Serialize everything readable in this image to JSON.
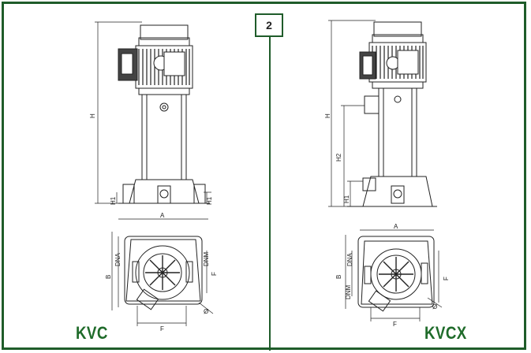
{
  "figure_number": "2",
  "left": {
    "model": "KVC",
    "dims": {
      "H": "H",
      "H1a": "H1",
      "H1b": "H1",
      "A": "A",
      "B": "B",
      "DNA": "DNA",
      "DNM": "DNM",
      "F_side": "F",
      "F_bottom": "F",
      "phi": "Ø"
    }
  },
  "right": {
    "model": "KVCX",
    "dims": {
      "H": "H",
      "H2": "H2",
      "H1": "H1",
      "A": "A",
      "B": "B",
      "DNA": "DNA",
      "DNM": "DNM",
      "F_side": "F",
      "F_bottom": "F",
      "phi": "Ø"
    }
  },
  "colors": {
    "frame": "#1f5c2a",
    "model_text": "#1f6b2a",
    "line": "#222222"
  }
}
